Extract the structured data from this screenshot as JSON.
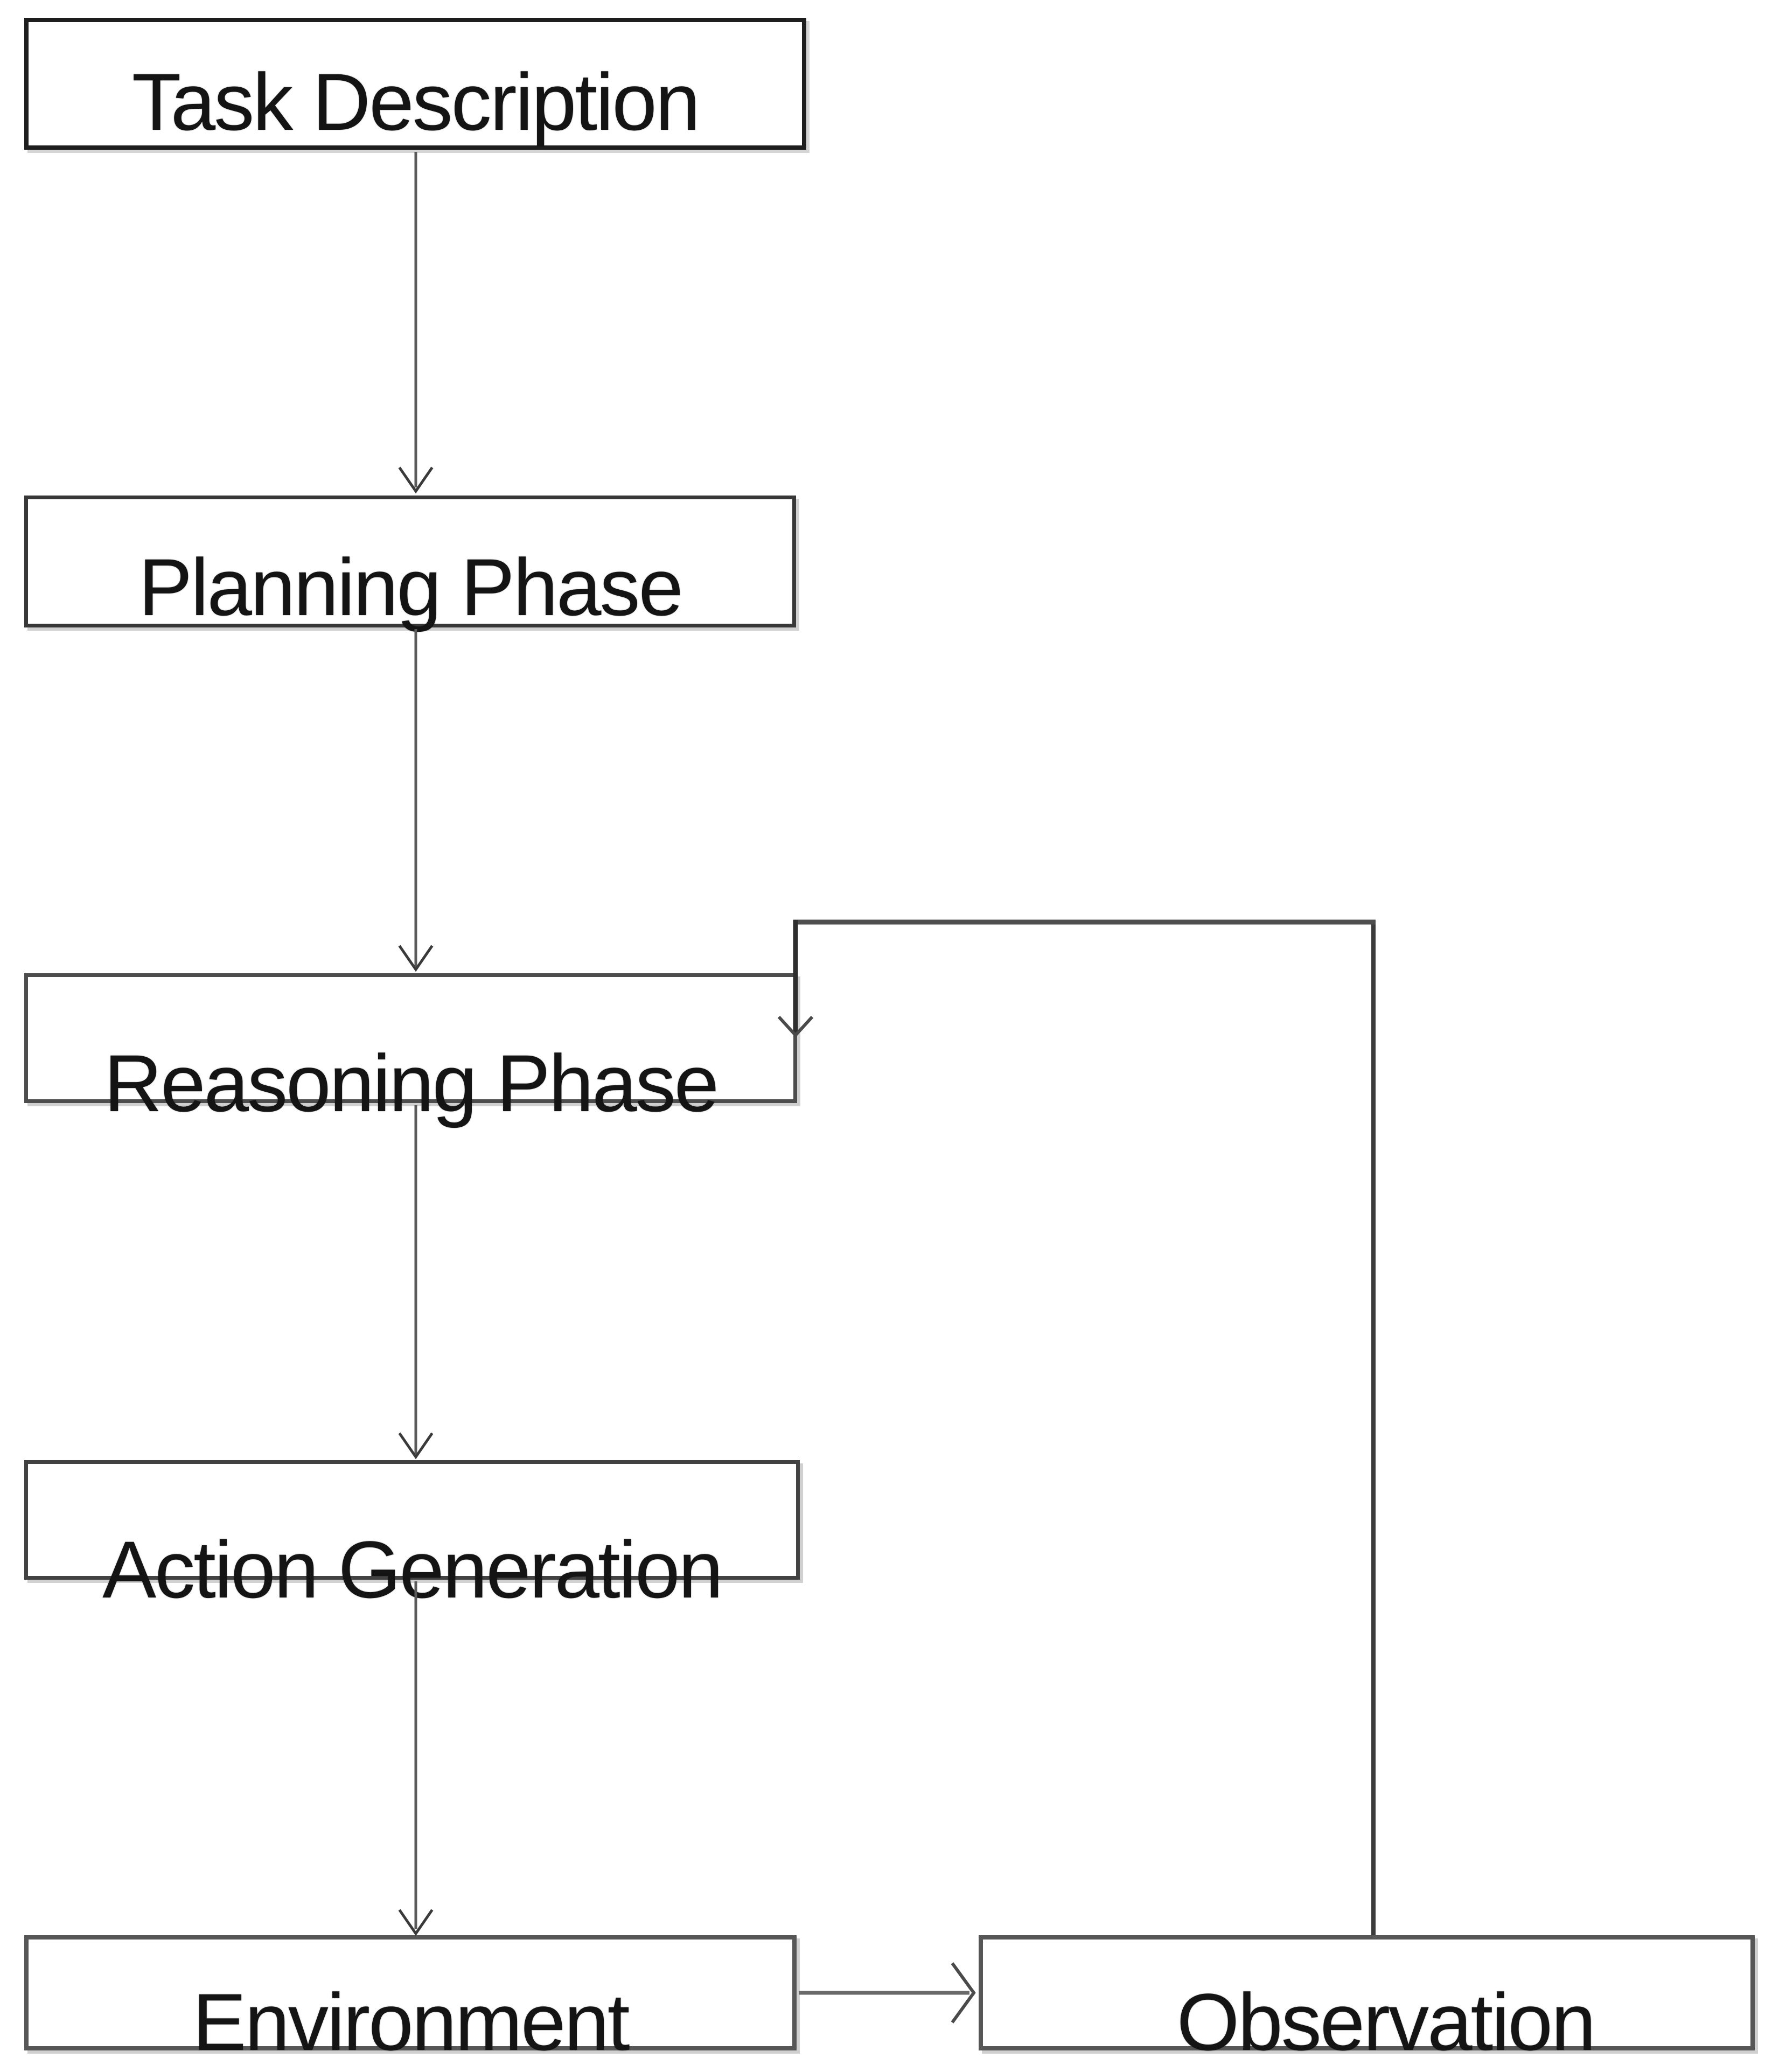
{
  "diagram": {
    "type": "flowchart",
    "nodes": [
      {
        "id": "task-description",
        "label": "Task Description"
      },
      {
        "id": "planning-phase",
        "label": "Planning Phase"
      },
      {
        "id": "reasoning-phase",
        "label": "Reasoning Phase"
      },
      {
        "id": "action-generation",
        "label": "Action Generation"
      },
      {
        "id": "environment",
        "label": "Environment"
      },
      {
        "id": "observation",
        "label": "Observation"
      }
    ],
    "edges": [
      {
        "from": "task-description",
        "to": "planning-phase"
      },
      {
        "from": "planning-phase",
        "to": "reasoning-phase"
      },
      {
        "from": "reasoning-phase",
        "to": "action-generation"
      },
      {
        "from": "action-generation",
        "to": "environment"
      },
      {
        "from": "environment",
        "to": "observation"
      },
      {
        "from": "observation",
        "to": "reasoning-phase"
      }
    ],
    "colors": {
      "background": "#ffffff",
      "box_border_black": "#1e1e1e",
      "box_border_gray": "#575757",
      "connector": "#5a5a5a",
      "feedback_line": "#3c3c3c",
      "text": "#141414"
    }
  }
}
